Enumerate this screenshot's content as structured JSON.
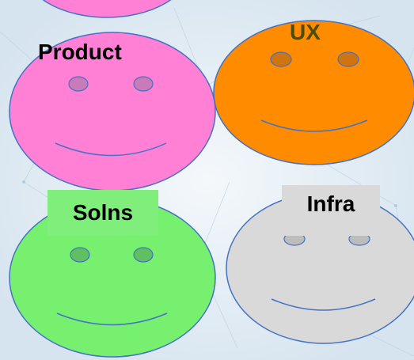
{
  "faces": [
    {
      "name": "Product",
      "fill": "#ff80d4",
      "stroke": "#4472c4",
      "eye": "#c97ab8"
    },
    {
      "name": "UX",
      "fill": "#ff8c00",
      "stroke": "#4472c4",
      "eye": "#d07410"
    },
    {
      "name": "Solns",
      "fill": "#78f06f",
      "stroke": "#4472c4",
      "eye": "#5ec062"
    },
    {
      "name": "Infra",
      "fill": "#d9d9d9",
      "stroke": "#4472c4",
      "eye": "#bcbcbc"
    }
  ],
  "labels": {
    "product": "Product",
    "ux": "UX",
    "solns": "Solns",
    "infra": "Infra"
  }
}
